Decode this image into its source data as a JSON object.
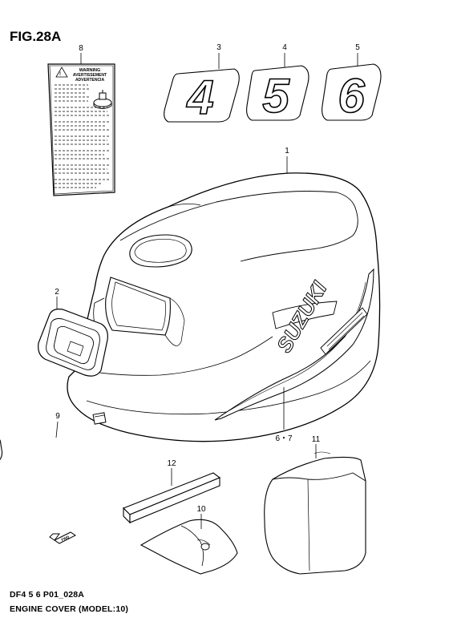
{
  "figure": {
    "title": "FIG.28A",
    "code": "DF4 5 6 P01_028A",
    "caption": "ENGINE COVER (MODEL:10)"
  },
  "callouts": {
    "p1": "1",
    "p2": "2",
    "p3": "3",
    "p4": "4",
    "p5": "5",
    "p67": "6・7",
    "p8": "8",
    "p9": "9",
    "p10": "10",
    "p11": "11",
    "p12": "12"
  },
  "decals": {
    "d4": "4",
    "d5": "5",
    "d6": "6",
    "brand": "SUZUKI",
    "warning_title": "WARNING",
    "warning_sub1": "AVERTISSEMENT",
    "warning_sub2": "ADVERTENCIA",
    "fwd": "FWD"
  }
}
